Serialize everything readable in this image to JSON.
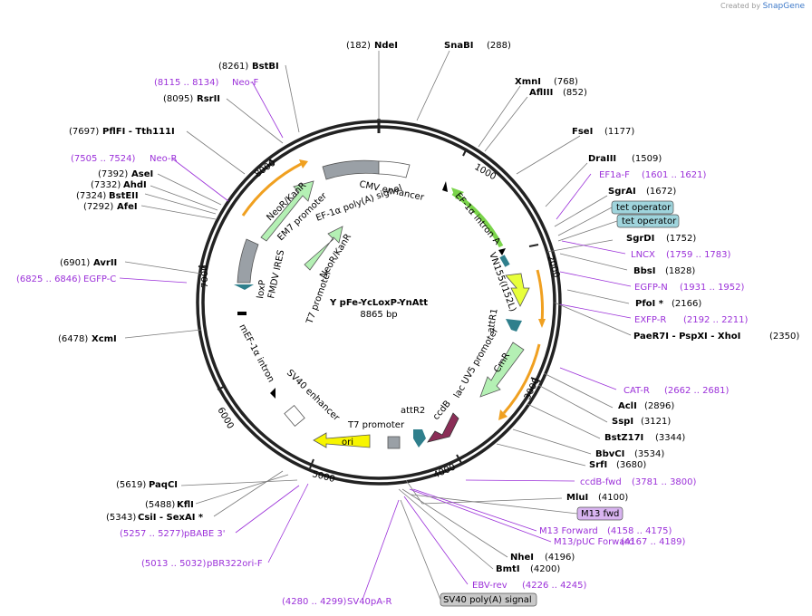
{
  "brand": {
    "prefix": "Created by",
    "name": "SnapGene"
  },
  "plasmid": {
    "name": "Y pFe-YcLoxP-YnAtt",
    "size_label": "8865 bp"
  },
  "ticks": [
    "1000",
    "2000",
    "3000",
    "4000",
    "5000",
    "6000",
    "7000",
    "8000"
  ],
  "sites": [
    {
      "id": "ndei",
      "pos": "(182)",
      "name": "NdeI"
    },
    {
      "id": "snabi",
      "pos": "(288)",
      "name": "SnaBI"
    },
    {
      "id": "xmni",
      "pos": "(768)",
      "name": "XmnI"
    },
    {
      "id": "aflIII",
      "pos": "(852)",
      "name": "AflIII"
    },
    {
      "id": "fsei",
      "pos": "(1177)",
      "name": "FseI"
    },
    {
      "id": "draiii",
      "pos": "(1509)",
      "name": "DraIII"
    },
    {
      "id": "sgrai",
      "pos": "(1672)",
      "name": "SgrAI"
    },
    {
      "id": "sgrdi",
      "pos": "(1752)",
      "name": "SgrDI"
    },
    {
      "id": "bbsi",
      "pos": "(1828)",
      "name": "BbsI"
    },
    {
      "id": "pfoi",
      "pos": "(2166)",
      "name": "PfoI *"
    },
    {
      "id": "paer7i",
      "pos": "(2350)",
      "name": "PaeR7I  - PspXI  - XhoI"
    },
    {
      "id": "acli",
      "pos": "(2896)",
      "name": "AclI"
    },
    {
      "id": "sspi",
      "pos": "(3121)",
      "name": "SspI"
    },
    {
      "id": "bstz17i",
      "pos": "(3344)",
      "name": "BstZ17I"
    },
    {
      "id": "bbvci",
      "pos": "(3534)",
      "name": "BbvCI"
    },
    {
      "id": "srfi",
      "pos": "(3680)",
      "name": "SrfI"
    },
    {
      "id": "mlui",
      "pos": "(4100)",
      "name": "MluI"
    },
    {
      "id": "nhei",
      "pos": "(4196)",
      "name": "NheI"
    },
    {
      "id": "bmti",
      "pos": "(4200)",
      "name": "BmtI"
    },
    {
      "id": "paqci",
      "pos": "(5619)",
      "name": "PaqCI"
    },
    {
      "id": "kfli",
      "pos": "(5488)",
      "name": "KflI"
    },
    {
      "id": "csii",
      "pos": "(5343)",
      "name": "CsiI  - SexAI *"
    },
    {
      "id": "xcmi",
      "pos": "(6478)",
      "name": "XcmI"
    },
    {
      "id": "avrii",
      "pos": "(6901)",
      "name": "AvrII"
    },
    {
      "id": "afei",
      "pos": "(7292)",
      "name": "AfeI"
    },
    {
      "id": "bsteii",
      "pos": "(7324)",
      "name": "BstEII"
    },
    {
      "id": "ahdi",
      "pos": "(7332)",
      "name": "AhdI"
    },
    {
      "id": "asei",
      "pos": "(7392)",
      "name": "AseI"
    },
    {
      "id": "pflfi",
      "pos": "(7697)",
      "name": "PflFI  - Tth111I"
    },
    {
      "id": "rsrii",
      "pos": "(8095)",
      "name": "RsrII"
    },
    {
      "id": "bstbi",
      "pos": "(8261)",
      "name": "BstBI"
    }
  ],
  "primers": [
    {
      "id": "neo-f",
      "range": "(8115 .. 8134)",
      "name": "Neo-F"
    },
    {
      "id": "neo-r",
      "range": "(7505 .. 7524)",
      "name": "Neo-R"
    },
    {
      "id": "egfp-c",
      "range": "(6825 .. 6846)",
      "name": "EGFP-C"
    },
    {
      "id": "ef1a-f",
      "range": "(1601 .. 1621)",
      "name": "EF1a-F"
    },
    {
      "id": "lncx",
      "range": "(1759 .. 1783)",
      "name": "LNCX"
    },
    {
      "id": "egfp-n",
      "range": "(1931 .. 1952)",
      "name": "EGFP-N"
    },
    {
      "id": "exfp-r",
      "range": "(2192 .. 2211)",
      "name": "EXFP-R"
    },
    {
      "id": "cat-r",
      "range": "(2662 .. 2681)",
      "name": "CAT-R"
    },
    {
      "id": "ccdb-fwd",
      "range": "(3781 .. 3800)",
      "name": "ccdB-fwd"
    },
    {
      "id": "m13-forward",
      "range": "(4158 .. 4175)",
      "name": "M13 Forward"
    },
    {
      "id": "m13-puc-forward",
      "range": "(4167 .. 4189)",
      "name": "M13/pUC Forward"
    },
    {
      "id": "ebv-rev",
      "range": "(4226 .. 4245)",
      "name": "EBV-rev"
    },
    {
      "id": "sv40pa-r",
      "range": "(4280 .. 4299)",
      "name": "SV40pA-R"
    },
    {
      "id": "pbabe3",
      "range": "(5257 .. 5277)",
      "name": "pBABE 3'"
    },
    {
      "id": "pbr322ori-f",
      "range": "(5013 .. 5032)",
      "name": "pBR322ori-F"
    }
  ],
  "boxed_labels": {
    "tet1": "tet operator",
    "tet2": "tet operator",
    "m13fwd": "M13 fwd",
    "sv40polya": "SV40 poly(A) signal"
  },
  "features": {
    "cmv_enhancer": "CMV enhancer",
    "ef1a_polya": "EF-1α poly(A) signal",
    "em7": "EM7 promoter",
    "neokanr_arrow": "NeoR/KanR",
    "neokanr_inner": "NeoR/KanR",
    "t7_top": "T7 promoter",
    "ef1a_intron": "EF-1α intron A",
    "vn155": "VN155(I152L)",
    "attr1": "attR1",
    "cmr": "CmR",
    "lacuv5": "lac UV5 promoter",
    "ccdb": "ccdB",
    "attr2": "attR2",
    "t7_bottom": "T7 promoter",
    "ori": "ori",
    "sv40_enh": "SV40 enhancer",
    "mef1a": "mEF-1α intron",
    "loxp": "loxP",
    "fmdv": "FMDV IRES",
    "ori_arrow": "ori"
  },
  "colors": {
    "backbone": "#222222",
    "primer": "#9b30d9",
    "neo": "#b4f0b4",
    "ef1a": "#7ad44a",
    "vn": "#e8ff3a",
    "cmr": "#b4f0b4",
    "ccdb": "#8b2e57",
    "ori": "#f7f500",
    "att": "#2f7f8c",
    "orange": "#f0a020",
    "gray": "#9aa0a6",
    "teal": "#9fd4dc",
    "m13": "#d8b4f0"
  }
}
